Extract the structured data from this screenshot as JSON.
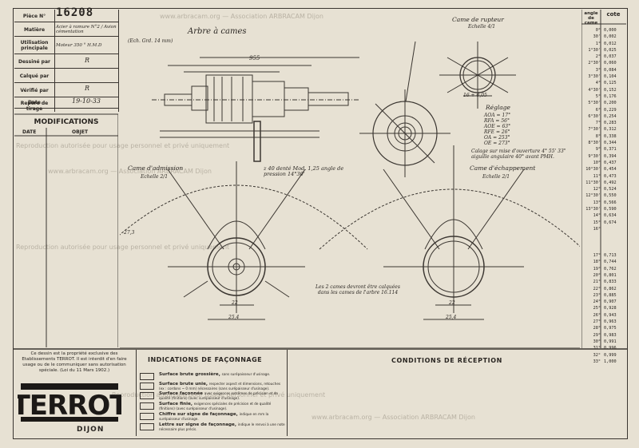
{
  "title_block": {
    "piece_label": "Pièce N°",
    "piece_number": "16208",
    "matiere_label": "Matière",
    "matiere_value": "Acier à ramure N°2 / Avion cémentation",
    "utilisation_label": "Utilisation principale",
    "utilisation_value": "Moteur 350 ° H.M.D",
    "dessine_label": "Dessiné par",
    "dessine_value": "R",
    "calque_label": "Calqué par",
    "verifie_label": "Vérifié par",
    "verifie_value": "R",
    "date_label": "Date",
    "date_value": "19-10-33",
    "repere_label": "Repère de tirage"
  },
  "modifications": {
    "title": "MODIFICATIONS",
    "col_date": "DATE",
    "col_objet": "OBJET"
  },
  "drawing": {
    "title": "Arbre à cames",
    "title_note": "(Ech. Grd. 14 mm)",
    "cam_profile_label": "Came de rupteur",
    "cam_profile_scale": "Echelle 4/1",
    "admission_label": "Came d'admission",
    "admission_scale": "Echelle 2/1",
    "exhaust_label": "Came d'échappement",
    "exhaust_scale": "Echelle 2/1",
    "timing_title": "Réglage",
    "timing": [
      {
        "key": "AOA",
        "value": "17°"
      },
      {
        "key": "RFA",
        "value": "56°"
      },
      {
        "key": "AOE",
        "value": "63°"
      },
      {
        "key": "RFE",
        "value": "26°"
      },
      {
        "key": "OA",
        "value": "253°"
      },
      {
        "key": "OE",
        "value": "273°"
      }
    ],
    "timing_note": "Calage sur mise d'ouverture 4° 55' 33\" aiguille angulaire 40° avant PMH.",
    "gear_note": "z 40 denté Mod. 1,25 angle de pression 14°30'",
    "cams_note": "Les 2 cames devront être calquées dans les cames de l'arbre 16.114",
    "dim_length": "955",
    "dim_22a": "22",
    "dim_254a": "25,4",
    "dim_22b": "22",
    "dim_254b": "25,4",
    "dim_lower_left": "27,3",
    "dim_16_5": "16 + 0,05"
  },
  "angle_table": {
    "head_angle": "angle de came",
    "head_value": "cote",
    "angles": [
      "0°",
      "30'",
      "1°",
      "1°30'",
      "2°",
      "2°30'",
      "3°",
      "3°30'",
      "4°",
      "4°30'",
      "5°",
      "5°30'",
      "6°",
      "6°30'",
      "7°",
      "7°30'",
      "8°",
      "8°30'",
      "9°",
      "9°30'",
      "10°",
      "10°30'",
      "11°",
      "11°30'",
      "12°",
      "12°30'",
      "13°",
      "13°30'",
      "14°",
      "15°",
      "16°",
      "",
      "",
      "",
      "17°",
      "18°",
      "19°",
      "20°",
      "21°",
      "22°",
      "23°",
      "24°",
      "25°",
      "26°",
      "27°",
      "28°",
      "29°",
      "30°",
      "31°",
      "32°",
      "33°"
    ],
    "values": [
      "0,000",
      "0,002",
      "0,012",
      "0,025",
      "0,037",
      "0,060",
      "0,084",
      "0,104",
      "0,125",
      "0,152",
      "0,176",
      "0,200",
      "0,229",
      "0,254",
      "0,283",
      "0,312",
      "0,338",
      "0,344",
      "0,371",
      "0,394",
      "0,437",
      "0,454",
      "0,473",
      "0,492",
      "0,524",
      "0,550",
      "0,566",
      "0,590",
      "0,634",
      "0,674",
      "",
      "",
      "",
      "",
      "0,713",
      "0,744",
      "0,762",
      "0,801",
      "0,833",
      "0,862",
      "0,885",
      "0,907",
      "0,928",
      "0,943",
      "0,963",
      "0,975",
      "0,983",
      "0,991",
      "0,996",
      "0,999",
      "1,000"
    ]
  },
  "legal_notice": "Ce dessin est la propriété exclusive des Etablissements TERROT. Il est interdit d'en faire usage ou de le communiquer sans autorisation spéciale. (Loi du 11 Mars 1902.)",
  "brand": {
    "logo": "TERROT",
    "city": "DIJON"
  },
  "indications": {
    "title": "INDICATIONS DE FAÇONNAGE",
    "items": [
      {
        "bold": "Surface brute grossière,",
        "text": "sans surépaisseur d'usinage."
      },
      {
        "bold": "Surface brute unie,",
        "text": "respecter aspect et dimensions, retouches (ex : cordons ~ 0 mm) nécessaires (sans surépaisseur d'usinage)."
      },
      {
        "bold": "Surface façonnée",
        "text": "avec exigences extrêmes de précision et de qualité (finitions) (avec surépaisseur d'usinage)."
      },
      {
        "bold": "Surface finie,",
        "text": "exigences spéciales de précision et de qualité (finitions) (avec surépaisseur d'usinage)."
      },
      {
        "bold": "Chiffre sur signe de façonnage,",
        "text": "indique en mm la surépaisseur d'usinage."
      },
      {
        "bold": "Lettre sur signe de façonnage,",
        "text": "indique le renvoi à une note nécessaire plus précis."
      }
    ]
  },
  "conditions": {
    "title": "CONDITIONS DE RÉCEPTION"
  },
  "watermark": {
    "line1": "Reproduction autorisée pour usage personnel et privé uniquement",
    "line2": "www.arbracam.org — Association ARBRACAM Dijon"
  }
}
